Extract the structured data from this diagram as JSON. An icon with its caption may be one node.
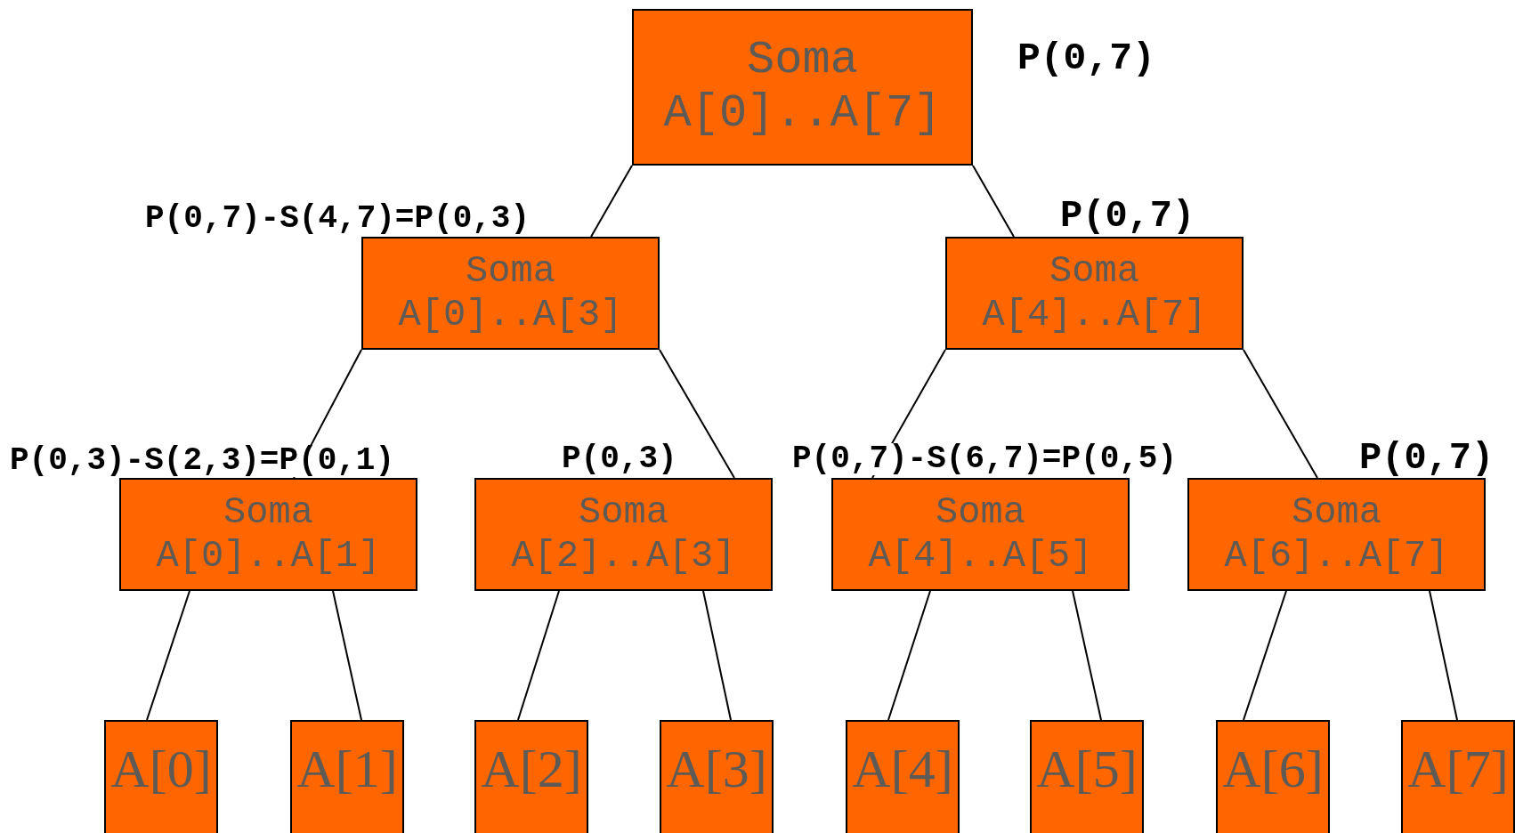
{
  "diagram": {
    "nodes": [
      {
        "text": [
          "Soma",
          "A[0]..A[7]"
        ],
        "beside": [
          "P(0,7)"
        ]
      },
      {
        "text": [
          "Soma",
          "A[0]..A[3]"
        ],
        "beside": [
          "P(0,7)-S(4,7)=P(0,3)"
        ]
      },
      {
        "text": [
          "Soma",
          "A[4]..A[7]"
        ],
        "beside": [
          "P(0,7)"
        ]
      },
      {
        "text": [
          "Soma",
          "A[0]..A[1]"
        ],
        "beside": [
          "P(0,3)-S(2,3)=P(0,1)"
        ]
      },
      {
        "text": [
          "Soma",
          "A[2]..A[3]"
        ],
        "beside": [
          "P(0,3)"
        ]
      },
      {
        "text": [
          "Soma",
          "A[4]..A[5]"
        ],
        "beside": [
          "P(0,7)-S(6,7)=P(0,5)"
        ]
      },
      {
        "text": [
          "Soma",
          "A[6]..A[7]"
        ],
        "beside": [
          "P(0,7)"
        ]
      },
      {
        "text": [
          "A[0]"
        ]
      },
      {
        "text": [
          "A[1]"
        ]
      },
      {
        "text": [
          "A[2]"
        ]
      },
      {
        "text": [
          "A[3]"
        ]
      },
      {
        "text": [
          "A[4]"
        ]
      },
      {
        "text": [
          "A[5]"
        ]
      },
      {
        "text": [
          "A[6]"
        ]
      },
      {
        "text": [
          "A[7]"
        ]
      }
    ],
    "edges": [
      {
        "from": 0,
        "to": 1,
        "arrow": "none"
      },
      {
        "from": 0,
        "to": 2,
        "arrow": "none"
      },
      {
        "from": 1,
        "to": 3,
        "arrow": "none"
      },
      {
        "from": 1,
        "to": 4,
        "arrow": "none"
      },
      {
        "from": 2,
        "to": 5,
        "arrow": "none"
      },
      {
        "from": 2,
        "to": 6,
        "arrow": "none"
      },
      {
        "from": 3,
        "to": 7,
        "arrow": "none"
      },
      {
        "from": 3,
        "to": 8,
        "arrow": "none"
      },
      {
        "from": 4,
        "to": 9,
        "arrow": "none"
      },
      {
        "from": 4,
        "to": 10,
        "arrow": "none"
      },
      {
        "from": 5,
        "to": 11,
        "arrow": "none"
      },
      {
        "from": 5,
        "to": 12,
        "arrow": "none"
      },
      {
        "from": 6,
        "to": 13,
        "arrow": "none"
      },
      {
        "from": 6,
        "to": 14,
        "arrow": "none"
      }
    ]
  }
}
